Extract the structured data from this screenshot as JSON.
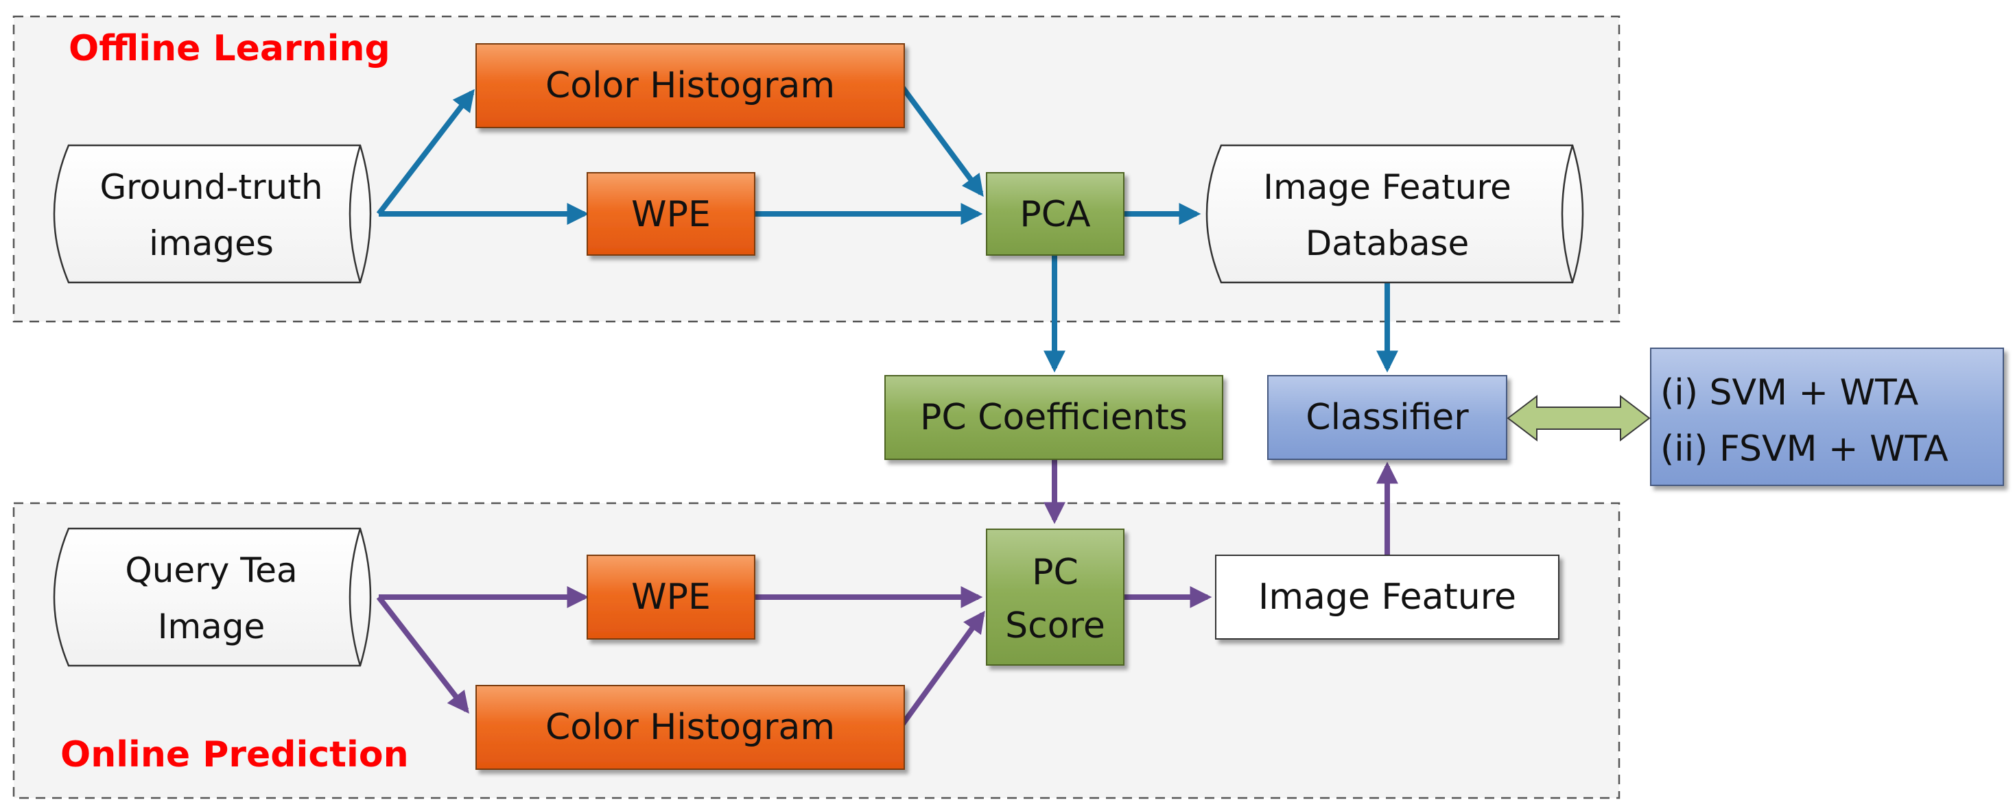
{
  "offline": {
    "title": "Offline Learning",
    "ground_truth_line1": "Ground-truth",
    "ground_truth_line2": "images",
    "color_histogram": "Color Histogram",
    "wpe": "WPE",
    "pca": "PCA",
    "db_line1": "Image Feature",
    "db_line2": "Database"
  },
  "middle": {
    "pc_coefficients": "PC Coefficients",
    "classifier": "Classifier",
    "options_line1": "(i) SVM + WTA",
    "options_line2": "(ii) FSVM + WTA"
  },
  "online": {
    "title": "Online Prediction",
    "query_line1": "Query Tea",
    "query_line2": "Image",
    "wpe": "WPE",
    "color_histogram": "Color Histogram",
    "pc_score_line1": "PC",
    "pc_score_line2": "Score",
    "image_feature": "Image Feature"
  },
  "colors": {
    "offline_arrow": "#1874a8",
    "online_arrow": "#6b4a91",
    "orange_box": "#ee6b20",
    "green_box": "#86a84d",
    "blue_box": "#8aa4d8",
    "title_red": "#ff0000",
    "double_arrow": "#b4cc86"
  }
}
